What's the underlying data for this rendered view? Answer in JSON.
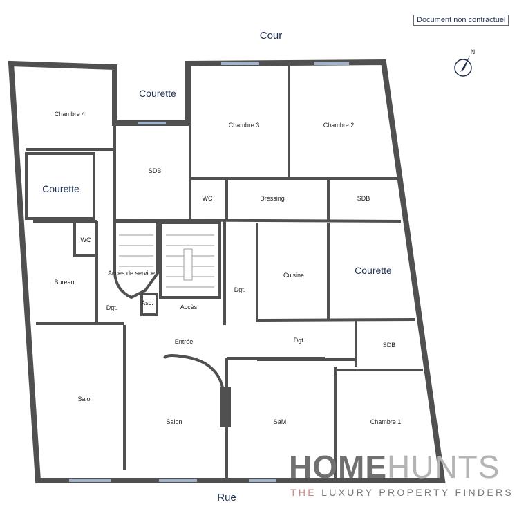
{
  "disclaimer": "Document non contractuel",
  "compass": {
    "label": "N",
    "icon": "compass-icon"
  },
  "exterior": {
    "top": "Cour",
    "bottom": "Rue"
  },
  "rooms": {
    "chambre4": "Chambre 4",
    "courette_top": "Courette",
    "chambre3": "Chambre 3",
    "chambre2": "Chambre 2",
    "courette_left": "Courette",
    "sdb_left": "SDB",
    "wc_top": "WC",
    "dressing": "Dressing",
    "sdb_right": "SDB",
    "wc_left": "WC",
    "bureau": "Bureau",
    "acces_service": "Accès de service",
    "asc": "Asc.",
    "acces": "Accès",
    "dgt_left": "Dgt.",
    "dgt_center": "Dgt.",
    "cuisine": "Cuisine",
    "courette_right": "Courette",
    "dgt_right": "Dgt.",
    "sdb_bottom": "SDB",
    "entree": "Entrée",
    "salon_left": "Salon",
    "salon_center": "Salon",
    "sam": "SàM",
    "chambre1": "Chambre 1"
  },
  "brand": {
    "part1": "HOME",
    "part2": "HUNTS",
    "tag1": "THE",
    "tag2": "LUXURY PROPERTY FINDERS"
  },
  "colors": {
    "wall": "#505050",
    "text": "#1f3050",
    "window": "#9fb4cc"
  }
}
